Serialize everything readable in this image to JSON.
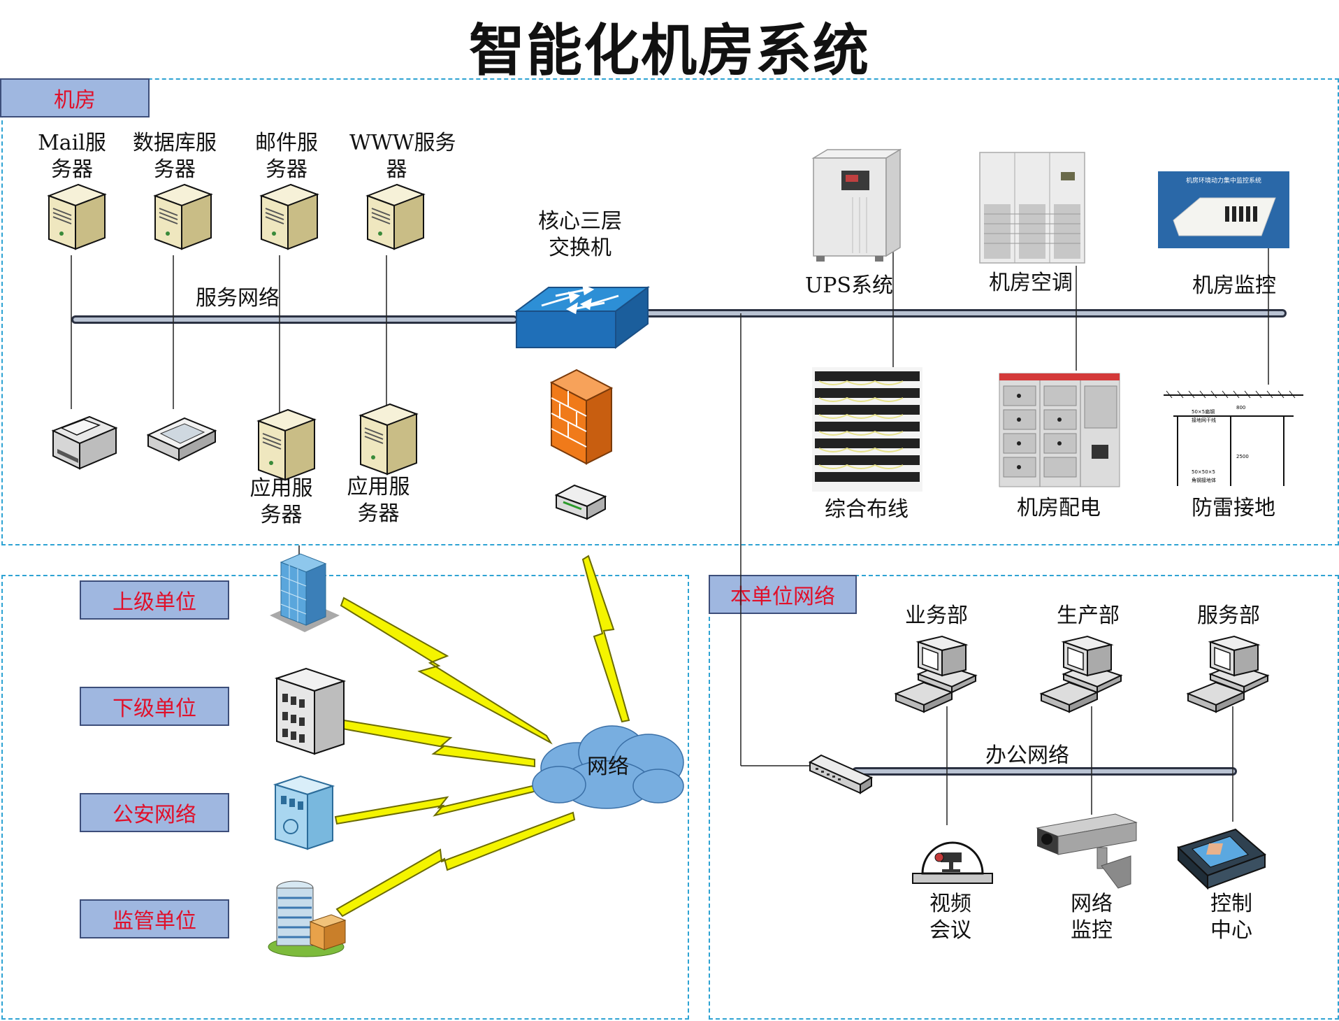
{
  "title": "智能化机房系统",
  "sections": {
    "server_room": "机房",
    "local_network": "本单位网络"
  },
  "server_room": {
    "servers": [
      {
        "line1": "Mail服",
        "line2": "务器"
      },
      {
        "line1": "数据库服",
        "line2": "务器"
      },
      {
        "line1": "邮件服",
        "line2": "务器"
      },
      {
        "line1": "WWW服务",
        "line2": "器"
      }
    ],
    "app_servers": [
      {
        "line1": "应用服",
        "line2": "务器"
      },
      {
        "line1": "应用服",
        "line2": "务器"
      }
    ],
    "service_network": "服务网络",
    "core_switch": {
      "line1": "核心三层",
      "line2": "交换机"
    },
    "facilities_top": [
      "UPS系统",
      "机房空调",
      "机房监控"
    ],
    "facilities_bottom": [
      "综合布线",
      "机房配电",
      "防雷接地"
    ],
    "monitor_screen_text": "机房环境动力集中监控系统",
    "grounding_notes": [
      "50×5扁钢",
      "接地网干线",
      "50×50×5",
      "角钢接地体",
      "2500",
      "800"
    ]
  },
  "external": {
    "units": [
      "上级单位",
      "下级单位",
      "公安网络",
      "监管单位"
    ],
    "cloud": "网络"
  },
  "local_network": {
    "departments": [
      "业务部",
      "生产部",
      "服务部"
    ],
    "office_network": "办公网络",
    "endpoints": [
      {
        "line1": "视频",
        "line2": "会议"
      },
      {
        "line1": "网络",
        "line2": "监控"
      },
      {
        "line1": "控制",
        "line2": "中心"
      }
    ]
  },
  "colors": {
    "zone_border": "#2ea3d3",
    "tag_fill": "#9fb7e0",
    "tag_text": "#e0102a",
    "bus": "#9aa4b6",
    "lightning": "#f2f200",
    "cloud": "#6aa5d8"
  }
}
